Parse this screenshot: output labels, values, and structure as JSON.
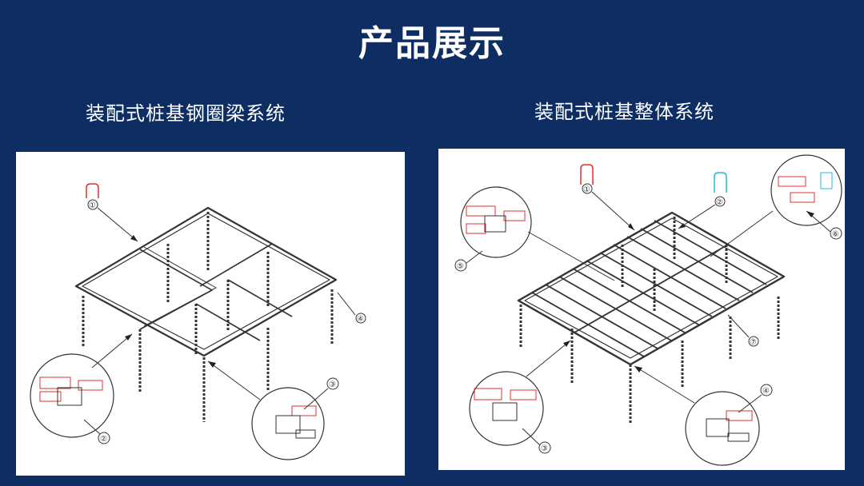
{
  "header": {
    "title": "产品展示"
  },
  "left": {
    "subtitle": "装配式桩基钢圈梁系统",
    "callouts": [
      "①",
      "②",
      "③",
      "④"
    ]
  },
  "right": {
    "subtitle": "装配式桩基整体系统",
    "callouts": [
      "①",
      "②",
      "③",
      "④",
      "⑤",
      "⑥",
      "⑦"
    ]
  },
  "colors": {
    "background": "#0d2d63",
    "text": "#ffffff",
    "drawing": "#333333",
    "red_part": "#e03030",
    "cyan_part": "#20b8d8"
  }
}
